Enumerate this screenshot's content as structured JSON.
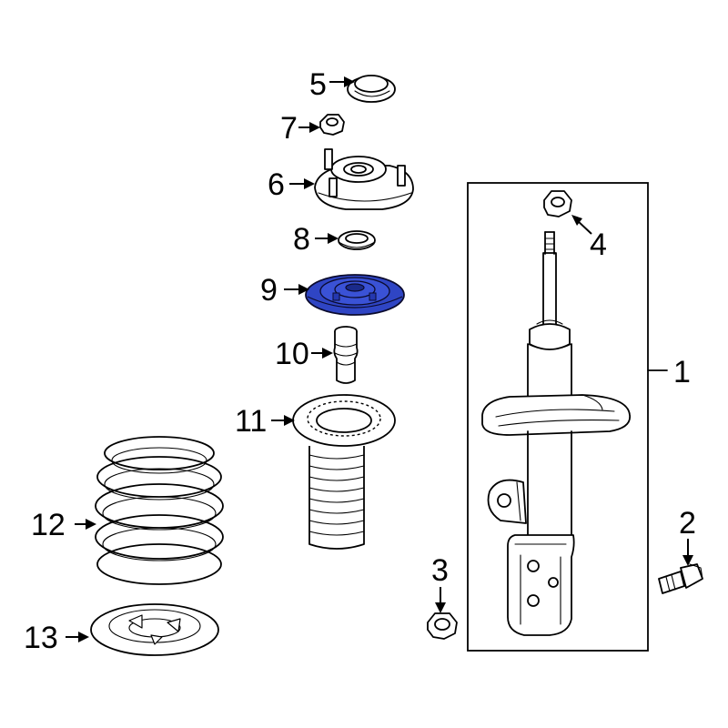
{
  "diagram": {
    "callouts": [
      {
        "id": "1",
        "label": "1"
      },
      {
        "id": "2",
        "label": "2"
      },
      {
        "id": "3",
        "label": "3"
      },
      {
        "id": "4",
        "label": "4"
      },
      {
        "id": "5",
        "label": "5"
      },
      {
        "id": "6",
        "label": "6"
      },
      {
        "id": "7",
        "label": "7"
      },
      {
        "id": "8",
        "label": "8"
      },
      {
        "id": "9",
        "label": "9"
      },
      {
        "id": "10",
        "label": "10"
      },
      {
        "id": "11",
        "label": "11"
      },
      {
        "id": "12",
        "label": "12"
      },
      {
        "id": "13",
        "label": "13"
      }
    ],
    "highlighted_part": "9",
    "colors": {
      "highlight": "#2f45c4",
      "line": "#000000",
      "background": "#ffffff"
    }
  }
}
